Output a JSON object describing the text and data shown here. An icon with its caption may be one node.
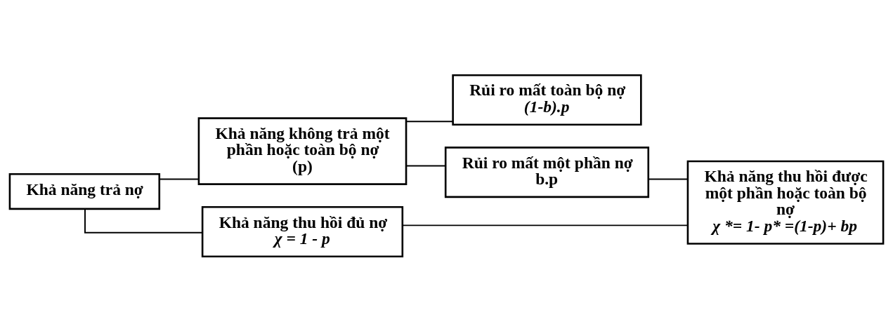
{
  "diagram": {
    "nodes": [
      {
        "text": [
          "Khả năng trả nợ"
        ]
      },
      {
        "text": [
          "Khả năng không trả một phần hoặc toàn bộ nợ (p)"
        ]
      },
      {
        "text": [
          "Rủi ro mất toàn bộ nợ",
          "(1-b).p"
        ]
      },
      {
        "text": [
          "Rủi ro mất một phần nợ b.p"
        ]
      },
      {
        "text": [
          "Khả năng thu hồi đủ nợ",
          "χ = 1 - p"
        ]
      },
      {
        "text": [
          "Khả năng thu hồi được một phần hoặc toàn bộ nợ",
          "χ *= 1- p* =(1-p)+ bp"
        ]
      }
    ],
    "edges": [
      {
        "from": 0,
        "to": 1,
        "arrow": "none"
      },
      {
        "from": 0,
        "to": 4,
        "arrow": "none"
      },
      {
        "from": 1,
        "to": 2,
        "arrow": "none"
      },
      {
        "from": 1,
        "to": 3,
        "arrow": "none"
      },
      {
        "from": 3,
        "to": 5,
        "arrow": "none"
      },
      {
        "from": 4,
        "to": 5,
        "arrow": "none"
      }
    ]
  }
}
